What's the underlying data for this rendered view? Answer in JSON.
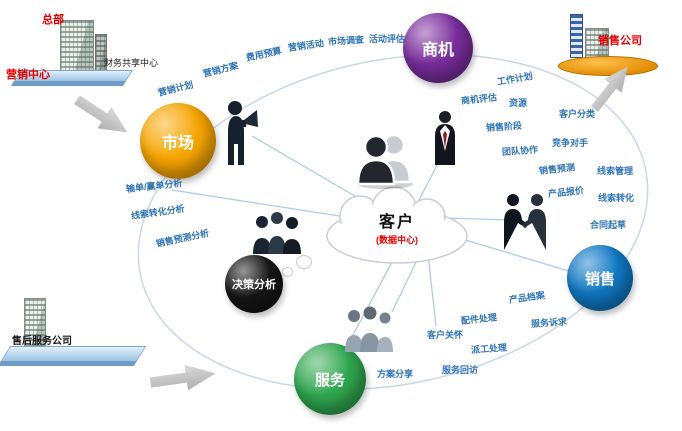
{
  "corners": {
    "hq": {
      "title": "总部",
      "marketing_center": "营销中心",
      "finance_center": "财务共享中心"
    },
    "sales_company": {
      "title": "销售公司"
    },
    "service_company": {
      "title": "售后服务公司"
    }
  },
  "center": {
    "title": "客户",
    "subtitle": "(数据中心)"
  },
  "nodes": {
    "market": {
      "label": "市场",
      "color": "#F7A600"
    },
    "opportunity": {
      "label": "商机",
      "color": "#7A2E9D"
    },
    "sales": {
      "label": "销售",
      "color": "#1079C5"
    },
    "service": {
      "label": "服务",
      "color": "#2FA84F"
    },
    "decision": {
      "label": "决策分析",
      "color": "#161616"
    }
  },
  "floating_labels": [
    {
      "id": "marketing-plan",
      "text": "营销计划"
    },
    {
      "id": "marketing-scheme",
      "text": "营销方案"
    },
    {
      "id": "expense-budget",
      "text": "费用预算"
    },
    {
      "id": "marketing-activity",
      "text": "营销活动"
    },
    {
      "id": "market-survey",
      "text": "市场调查"
    },
    {
      "id": "activity-evaluation",
      "text": "活动评估"
    },
    {
      "id": "lost-won-analysis",
      "text": "输单/赢单分析"
    },
    {
      "id": "lead-conversion-analysis",
      "text": "线索转化分析"
    },
    {
      "id": "sales-forecast-analysis",
      "text": "销售预测分析"
    },
    {
      "id": "work-plan",
      "text": "工作计划"
    },
    {
      "id": "opportunity-evaluation",
      "text": "商机评估"
    },
    {
      "id": "resources",
      "text": "资源"
    },
    {
      "id": "customer-classification",
      "text": "客户分类"
    },
    {
      "id": "sales-stage",
      "text": "销售阶段"
    },
    {
      "id": "competitors",
      "text": "竞争对手"
    },
    {
      "id": "team-collaboration",
      "text": "团队协作"
    },
    {
      "id": "sales-forecast",
      "text": "销售预测"
    },
    {
      "id": "lead-management",
      "text": "线索管理"
    },
    {
      "id": "product-quotation",
      "text": "产品报价"
    },
    {
      "id": "lead-conversion",
      "text": "线索转化"
    },
    {
      "id": "contract-drafting",
      "text": "合同起草"
    },
    {
      "id": "product-archive",
      "text": "产品档案"
    },
    {
      "id": "parts-processing",
      "text": "配件处理"
    },
    {
      "id": "service-request",
      "text": "服务诉求"
    },
    {
      "id": "customer-care",
      "text": "客户关怀"
    },
    {
      "id": "dispatch-processing",
      "text": "派工处理"
    },
    {
      "id": "service-followup",
      "text": "服务回访"
    },
    {
      "id": "solution-sharing",
      "text": "方案分享"
    }
  ],
  "figures": [
    {
      "id": "megaphone-person",
      "desc": "silhouette with megaphone near market node"
    },
    {
      "id": "businessman",
      "desc": "standing businessman near opportunity node"
    },
    {
      "id": "meeting-group",
      "desc": "group of people near decision-analysis node"
    },
    {
      "id": "handshake-pair",
      "desc": "two people shaking hands near sales node"
    },
    {
      "id": "service-team",
      "desc": "group of people near service node"
    },
    {
      "id": "customer-users-icon",
      "desc": "two-person customer icon above data-center cloud"
    }
  ],
  "colors": {
    "label_blue": "#2E74B5",
    "accent_red": "#E60000",
    "connector_blue": "#AECBEA",
    "ring_blue": "#C9D7E6",
    "arrow_gray": "#ADADAD"
  }
}
